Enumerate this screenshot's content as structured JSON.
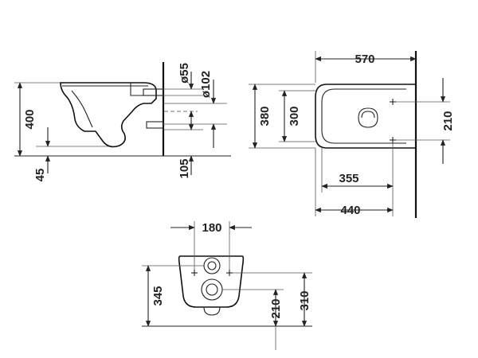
{
  "side_view": {
    "dims": {
      "height_total": "400",
      "floor_offset": "45",
      "pipe_dia_small": "ø55",
      "pipe_dia_large": "ø102",
      "drain_offset": "105"
    }
  },
  "top_view": {
    "dims": {
      "length_total": "570",
      "width_outer": "380",
      "width_inner": "300",
      "fixing_spacing": "210",
      "length_rim": "355",
      "length_fixing": "440"
    }
  },
  "front_view": {
    "dims": {
      "width_fixing": "180",
      "height_front": "345",
      "height_drain": "210",
      "height_fixing": "310"
    }
  }
}
